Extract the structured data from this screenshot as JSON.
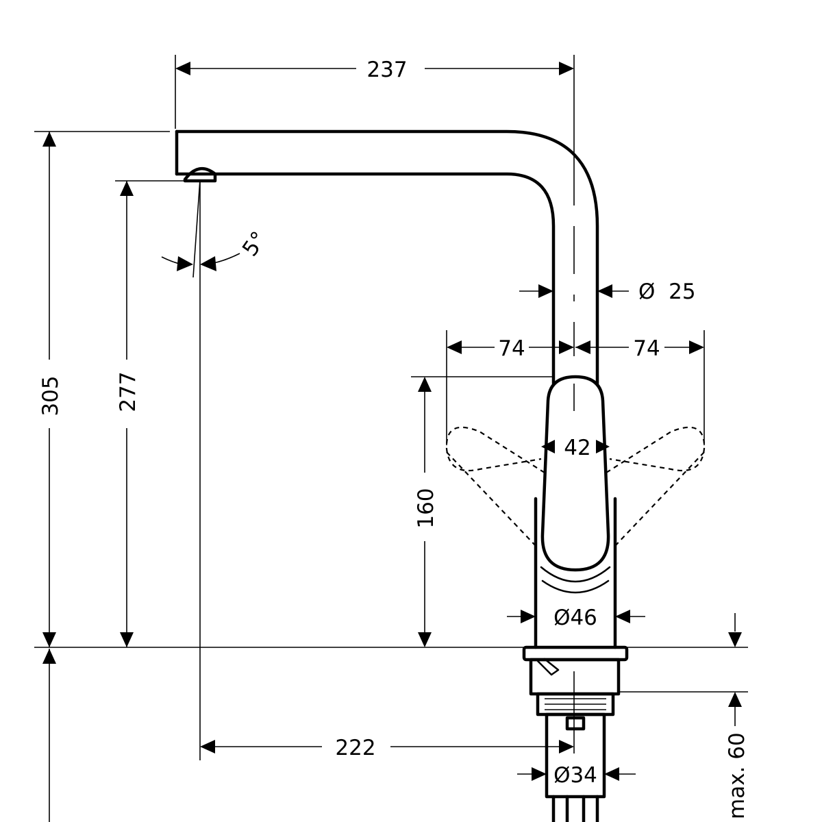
{
  "dimensions": {
    "spout_reach": "237",
    "total_height": "305",
    "spout_height": "277",
    "spray_angle": "5°",
    "spout_diameter": "Ø  25",
    "lever_left": "74",
    "lever_right": "74",
    "lever_height": "160",
    "lever_width": "42",
    "body_diameter": "Ø46",
    "centre_reach": "222",
    "shank_diameter": "Ø34",
    "max_thickness": "max. 60"
  }
}
